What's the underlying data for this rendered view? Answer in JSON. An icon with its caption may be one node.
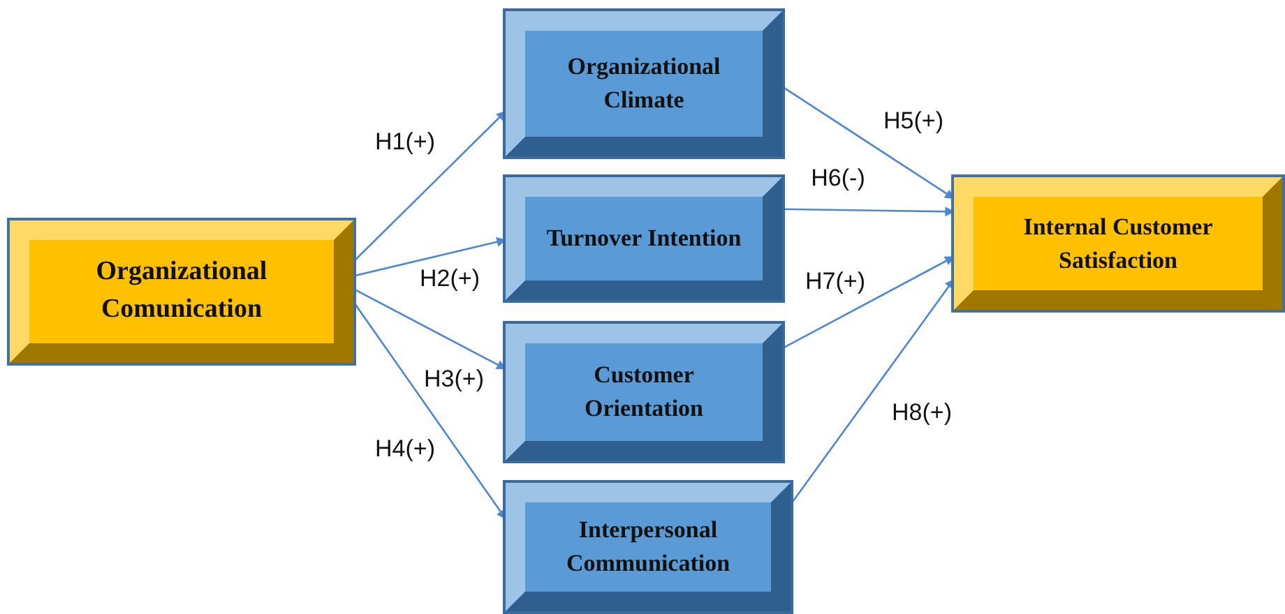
{
  "diagram": {
    "nodes": [
      {
        "text": [
          "Organizational Comunication"
        ]
      },
      {
        "text": [
          "Organizational Climate"
        ]
      },
      {
        "text": [
          "Turnover Intention"
        ]
      },
      {
        "text": [
          "Customer Orientation"
        ]
      },
      {
        "text": [
          "Interpersonal Communication"
        ]
      },
      {
        "text": [
          "Internal Customer Satisfaction"
        ]
      }
    ],
    "edges": [
      {
        "from": 0,
        "to": 1,
        "arrow": "to",
        "label": "H1(+)"
      },
      {
        "from": 0,
        "to": 2,
        "arrow": "to",
        "label": "H2(+)"
      },
      {
        "from": 0,
        "to": 3,
        "arrow": "to",
        "label": "H3(+)"
      },
      {
        "from": 0,
        "to": 4,
        "arrow": "to",
        "label": "H4(+)"
      },
      {
        "from": 1,
        "to": 5,
        "arrow": "to",
        "label": "H5(+)"
      },
      {
        "from": 2,
        "to": 5,
        "arrow": "to",
        "label": "H6(-)"
      },
      {
        "from": 3,
        "to": 5,
        "arrow": "to",
        "label": "H7(+)"
      },
      {
        "from": 4,
        "to": 5,
        "arrow": "to",
        "label": "H8(+)"
      }
    ]
  }
}
